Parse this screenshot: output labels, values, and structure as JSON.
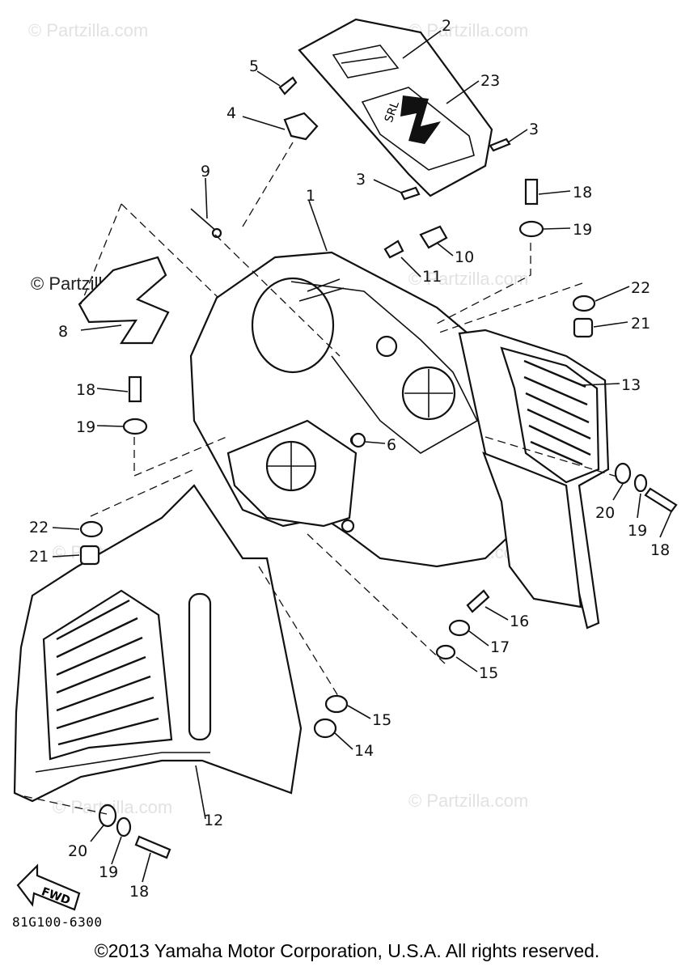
{
  "watermark": {
    "text": "© Partzilla.com",
    "color": "#e2e2e2"
  },
  "callouts": {
    "c1": "1",
    "c2": "2",
    "c3a": "3",
    "c3b": "3",
    "c4": "4",
    "c5": "5",
    "c6": "6",
    "c8": "8",
    "c9": "9",
    "c10": "10",
    "c11": "11",
    "c12": "12",
    "c13": "13",
    "c14": "14",
    "c15a": "15",
    "c15b": "15",
    "c16": "16",
    "c17": "17",
    "c18a": "18",
    "c18b": "18",
    "c18c": "18",
    "c18d": "18",
    "c19a": "19",
    "c19b": "19",
    "c19c": "19",
    "c19d": "19",
    "c20a": "20",
    "c20b": "20",
    "c21a": "21",
    "c21b": "21",
    "c22a": "22",
    "c22b": "22",
    "c23": "23"
  },
  "fwd_arrow_label": "FWD",
  "emblem_text": "SRL",
  "diagram_number": "81G100-6300",
  "copyright": "©2013 Yamaha Motor Corporation, U.S.A. All rights reserved."
}
